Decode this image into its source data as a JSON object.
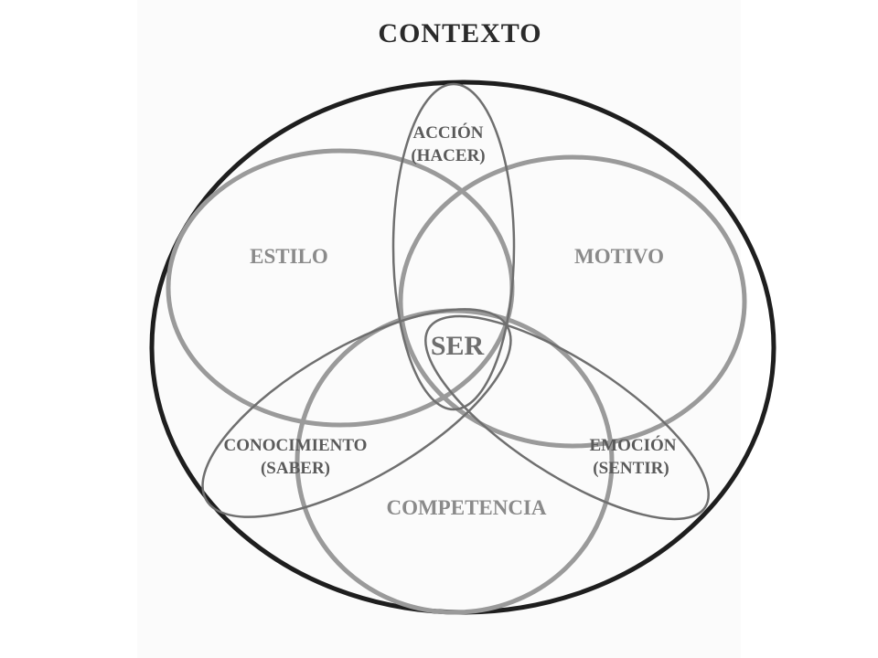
{
  "diagram": {
    "title": "CONTEXTO",
    "center": "SER",
    "circles": {
      "estilo": "ESTILO",
      "motivo": "MOTIVO",
      "competencia": "COMPETENCIA"
    },
    "ellipses": {
      "accion": {
        "line1": "ACCIÓN",
        "line2": "(HACER)"
      },
      "conocimiento": {
        "line1": "CONOCIMIENTO",
        "line2": "(SABER)"
      },
      "emocion": {
        "line1": "EMOCIÓN",
        "line2": "(SENTIR)"
      }
    }
  }
}
